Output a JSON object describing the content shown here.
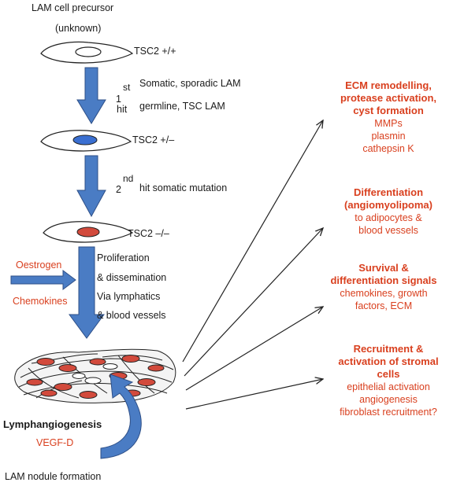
{
  "precursor": {
    "title": "LAM cell precursor",
    "subtitle": "(unknown)",
    "genotype": "TSC2 +/+"
  },
  "hit1": {
    "num": "1",
    "sup": "st",
    "word": "hit",
    "line1": "Somatic, sporadic LAM",
    "line2": "germline, TSC LAM"
  },
  "het": {
    "genotype": "TSC2 +/–"
  },
  "hit2": {
    "num": "2",
    "sup": "nd",
    "text": "hit somatic mutation"
  },
  "null": {
    "genotype": "TSC2 –/–"
  },
  "inputs": {
    "oestrogen": "Oestrogen",
    "chemokines": "Chemokines"
  },
  "process": {
    "l1": "Proliferation",
    "l2": "& dissemination",
    "l3": "Via lymphatics",
    "l4": "& blood vessels"
  },
  "bottom": {
    "lymph": "Lymphangiogenesis",
    "vegf": "VEGF-D",
    "nodule": "LAM nodule formation"
  },
  "outcomes": [
    {
      "title": "ECM remodelling, protease activation, cyst formation",
      "items": [
        "MMPs",
        "plasmin",
        "cathepsin K"
      ]
    },
    {
      "title": "Differentiation (angiomyolipoma)",
      "items": [
        "to adipocytes &",
        "blood vessels"
      ]
    },
    {
      "title": "Survival & differentiation signals",
      "items": [
        "chemokines, growth",
        "factors, ECM"
      ]
    },
    {
      "title": "Recruitment & activation of stromal cells",
      "items": [
        "epithelial activation",
        "angiogenesis",
        "fibroblast recruitment?"
      ]
    }
  ],
  "colors": {
    "arrow_fill": "#4a7cc4",
    "arrow_stroke": "#2e4f87",
    "red": "#d9401f",
    "nucleus_red": "#d24a3c",
    "nucleus_blue": "#3a6fd1"
  }
}
